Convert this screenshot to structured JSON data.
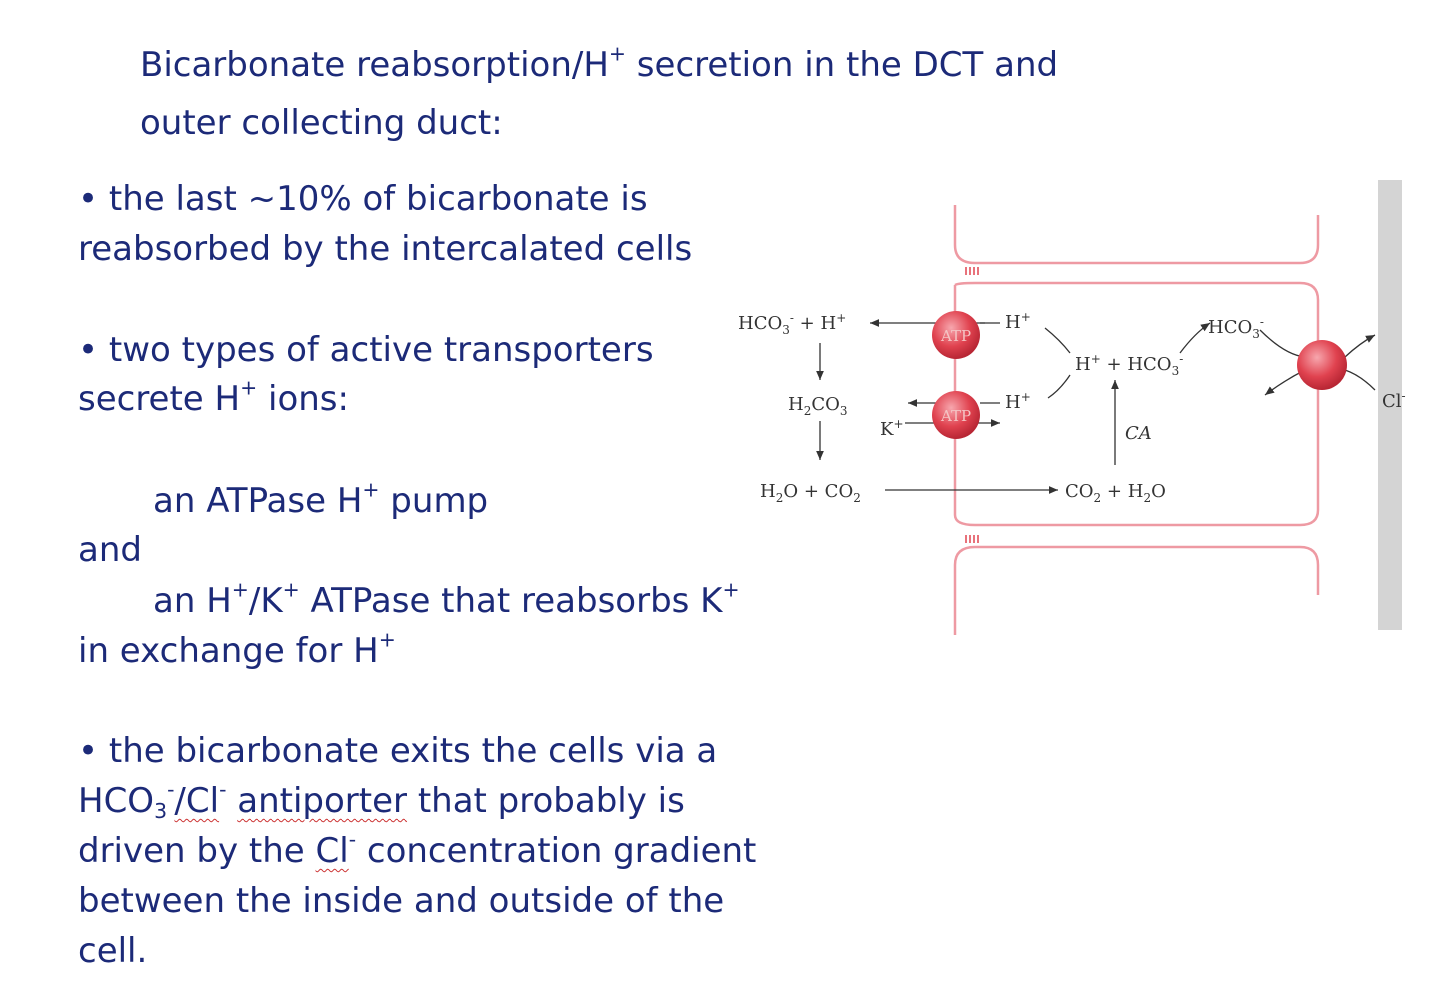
{
  "heading": {
    "line1_a": "Bicarbonate reabsorption/H",
    "line1_sup": "+",
    "line1_b": " secretion in the DCT and",
    "line2": "outer collecting duct:"
  },
  "bullets": {
    "b1_line1": "• the last ~10% of bicarbonate is",
    "b1_line2": "reabsorbed by the intercalated cells",
    "b2_line1": "• two types of active transporters",
    "b2_line2_a": "secrete H",
    "b2_line2_sup": "+",
    "b2_line2_b": " ions:",
    "pump_a": "an ATPase H",
    "pump_sup": "+",
    "pump_b": " pump",
    "and": "and",
    "hk_a": "an H",
    "hk_sup1": "+",
    "hk_b": "/K",
    "hk_sup2": "+",
    "hk_c": " ATPase that reabsorbs K",
    "hk_sup3": "+",
    "exch_a": "in exchange for H",
    "exch_sup": "+",
    "b3_line1": "• the bicarbonate exits the cells via a",
    "b3_l2_a": "HCO",
    "b3_l2_sub": "3",
    "b3_l2_sup": "-",
    "b3_l2_b": "/Cl",
    "b3_l2_sup2": "-",
    "b3_l2_c": " ",
    "b3_l2_d": "antiporter",
    "b3_l2_e": " that probably is",
    "b3_l3_a": "driven by the ",
    "b3_l3_b": "Cl",
    "b3_l3_sup": "-",
    "b3_l3_c": " concentration gradient",
    "b3_line4": "between the inside and outside of the",
    "b3_line5": "cell."
  },
  "diagram": {
    "hco3_lumen": "HCO",
    "plus": "+",
    "h_lumen": "H",
    "h2co3": "H",
    "h2co3_b": "CO",
    "h2o": "H",
    "h2o_b": "O",
    "co2": "CO",
    "k": "K",
    "atp": "ATP",
    "h_cell_top": "H",
    "h_cell_bot": "H",
    "h_center": "H",
    "hco3_center": "HCO",
    "hco3_out": "HCO",
    "ca": "CA",
    "co2_cell": "CO",
    "h2o_cell": "H",
    "h2o_cell_b": "O",
    "cl": "Cl",
    "colors": {
      "membrane": "#e8a0a8",
      "transporter": "#e0424f",
      "text": "#1c2a78"
    }
  }
}
